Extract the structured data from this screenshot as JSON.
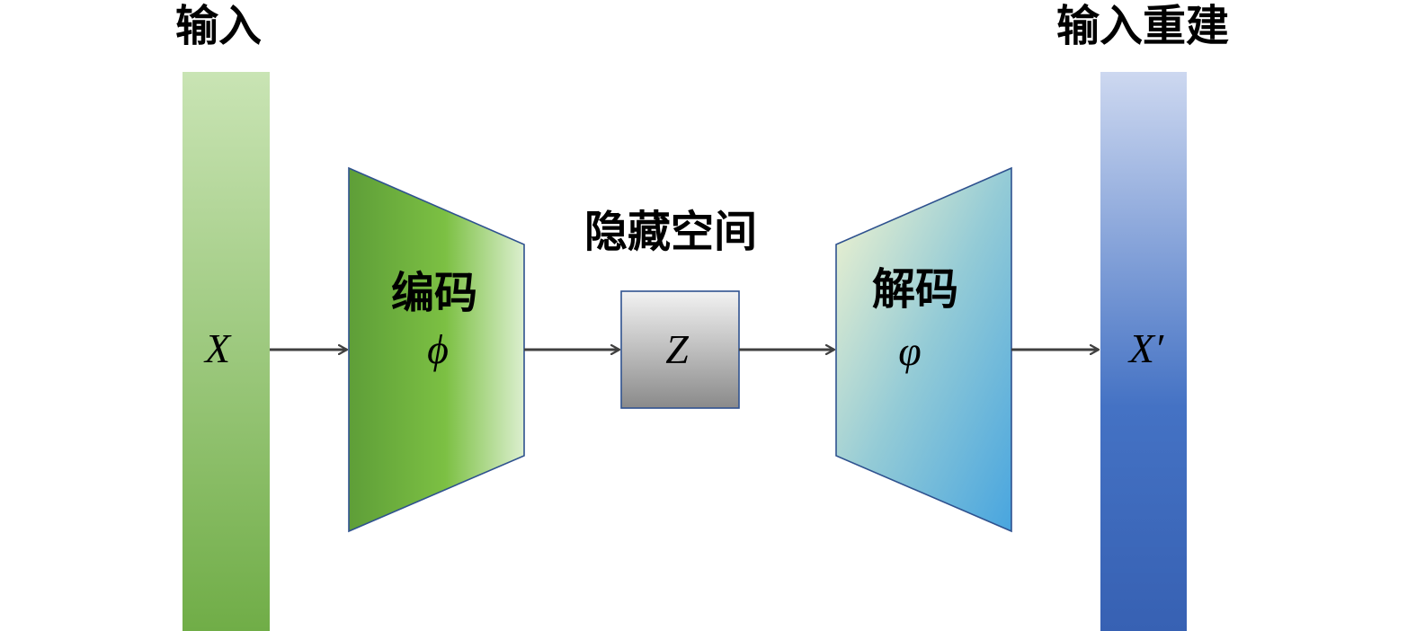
{
  "labels": {
    "input_title": "输入",
    "reconstruction_title": "输入重建",
    "latent_space_title": "隐藏空间",
    "encoder_title": "编码",
    "decoder_title": "解码"
  },
  "symbols": {
    "input_var": "X",
    "encoder_param": "ϕ",
    "latent_var": "Z",
    "decoder_param": "φ",
    "output_var": "X′"
  },
  "colors": {
    "input_bar_top": "#c9e4b4",
    "input_bar_bottom": "#70ad47",
    "encoder_dark": "#5e9e38",
    "encoder_mid": "#7cc043",
    "encoder_light": "#dcefcf",
    "latent_top": "#f2f2f2",
    "latent_bottom": "#8a8a8a",
    "decoder_top_left": "#f7f6cf",
    "decoder_bottom_right": "#48a5df",
    "output_bar_top": "#cdd8f0",
    "output_bar_mid": "#4472c4",
    "output_bar_bottom": "#3761b3",
    "outline": "#2f528f",
    "arrow": "#404040"
  }
}
